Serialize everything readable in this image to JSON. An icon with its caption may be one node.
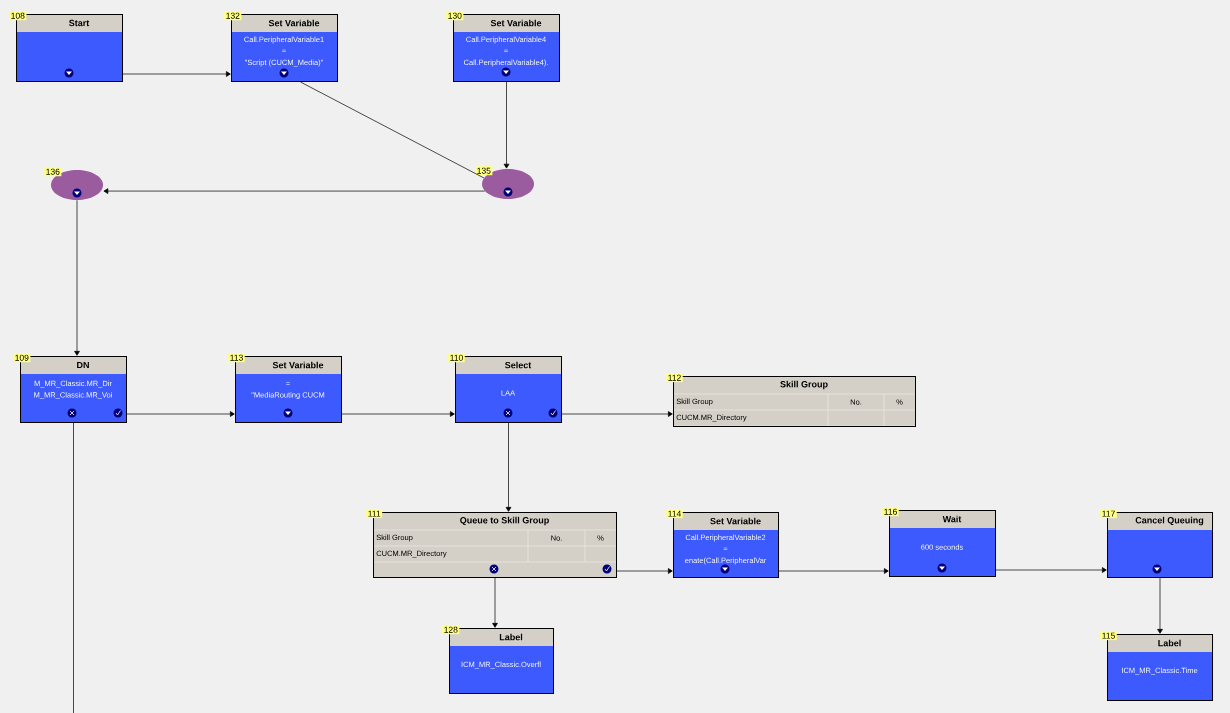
{
  "diagram": {
    "nodes": [
      {
        "text": [
          "108",
          "Start"
        ]
      },
      {
        "text": [
          "132",
          "Set Variable",
          "Call.PeripheralVariable1",
          "=",
          "\"Script (CUCM_Media)\""
        ]
      },
      {
        "text": [
          "130",
          "Set Variable",
          "Call.PeripheralVariable4",
          "=",
          "Call.PeripheralVariable4)."
        ]
      },
      {
        "text": [
          "136"
        ]
      },
      {
        "text": [
          "135"
        ]
      },
      {
        "text": [
          "109",
          "DN",
          "M_MR_Classic.MR_Dir",
          "M_MR_Classic.MR_Voi"
        ]
      },
      {
        "text": [
          "113",
          "Set Variable",
          "=",
          "\"MediaRouting CUCM"
        ]
      },
      {
        "text": [
          "110",
          "Select",
          "LAA"
        ]
      },
      {
        "text": [
          "112",
          "Skill Group",
          "Skill Group",
          "No.",
          "%",
          "CUCM.MR_Directory"
        ]
      },
      {
        "text": [
          "111",
          "Queue to Skill Group",
          "Skill Group",
          "No.",
          "%",
          "CUCM.MR_Directory"
        ]
      },
      {
        "text": [
          "114",
          "Set Variable",
          "Call.PeripheralVariable2",
          "=",
          "enate(Call.PeripheralVar"
        ]
      },
      {
        "text": [
          "116",
          "Wait",
          "600 seconds"
        ]
      },
      {
        "text": [
          "117",
          "Cancel Queuing"
        ]
      },
      {
        "text": [
          "128",
          "Label",
          "ICM_MR_Classic.Overfl"
        ]
      },
      {
        "text": [
          "115",
          "Label",
          "ICM_MR_Classic.Time"
        ]
      }
    ],
    "edges": [
      {
        "from": 0,
        "to": 1,
        "arrow": "to"
      },
      {
        "from": 1,
        "to": 4,
        "arrow": "none"
      },
      {
        "from": 2,
        "to": 4,
        "arrow": "to"
      },
      {
        "from": 4,
        "to": 3,
        "arrow": "to"
      },
      {
        "from": 3,
        "to": 5,
        "arrow": "to"
      },
      {
        "from": 5,
        "to": 6,
        "arrow": "to"
      },
      {
        "from": 6,
        "to": 7,
        "arrow": "to"
      },
      {
        "from": 7,
        "to": 8,
        "arrow": "to"
      },
      {
        "from": 7,
        "to": 9,
        "arrow": "to"
      },
      {
        "from": 9,
        "to": 13,
        "arrow": "to"
      },
      {
        "from": 9,
        "to": 10,
        "arrow": "to"
      },
      {
        "from": 10,
        "to": 11,
        "arrow": "to"
      },
      {
        "from": 11,
        "to": 12,
        "arrow": "to"
      },
      {
        "from": 12,
        "to": 14,
        "arrow": "to"
      },
      {
        "from": 5,
        "to": null,
        "arrow": "none"
      }
    ]
  }
}
